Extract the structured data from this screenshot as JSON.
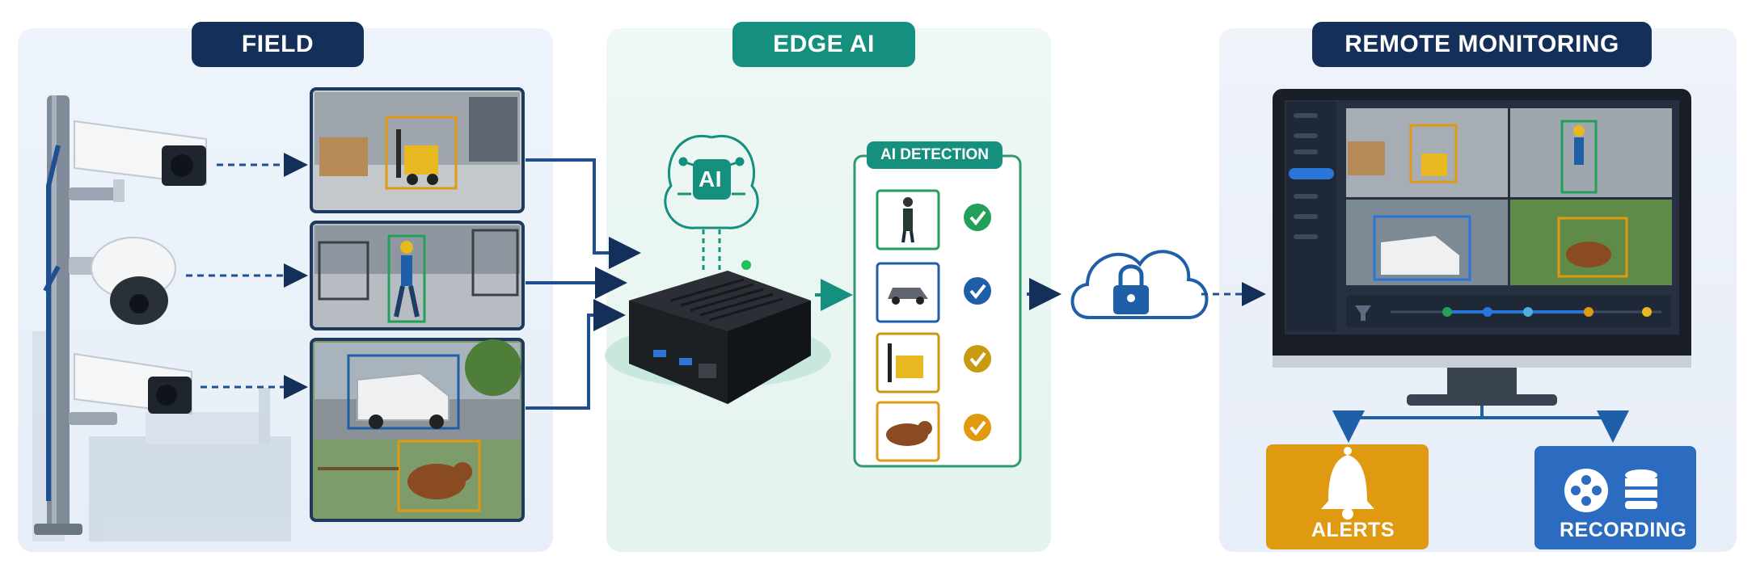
{
  "sections": {
    "field": {
      "title": "FIELD"
    },
    "edge": {
      "title": "EDGE AI",
      "chip_label": "AI",
      "detection_title": "AI DETECTION"
    },
    "remote": {
      "title": "REMOTE MONITORING"
    }
  },
  "outputs": {
    "alerts": "ALERTS",
    "recording": "RECORDING"
  },
  "colors": {
    "navy": "#14305a",
    "teal": "#15907f",
    "green": "#22a05a",
    "blue": "#1f5fa8",
    "amber": "#e09a12",
    "recording_blue": "#2b6cc0"
  },
  "icons": [
    "camera-bullet-icon",
    "camera-dome-icon",
    "edge-device-icon",
    "ai-brain-icon",
    "cloud-lock-icon",
    "monitor-icon",
    "bell-icon",
    "film-reel-icon",
    "database-icon",
    "filter-icon",
    "check-icon"
  ],
  "detections": [
    {
      "object": "person",
      "check_color": "#22a05a"
    },
    {
      "object": "car",
      "check_color": "#1f5fa8"
    },
    {
      "object": "forklift",
      "check_color": "#c79a12"
    },
    {
      "object": "bear",
      "check_color": "#e09a12"
    }
  ]
}
